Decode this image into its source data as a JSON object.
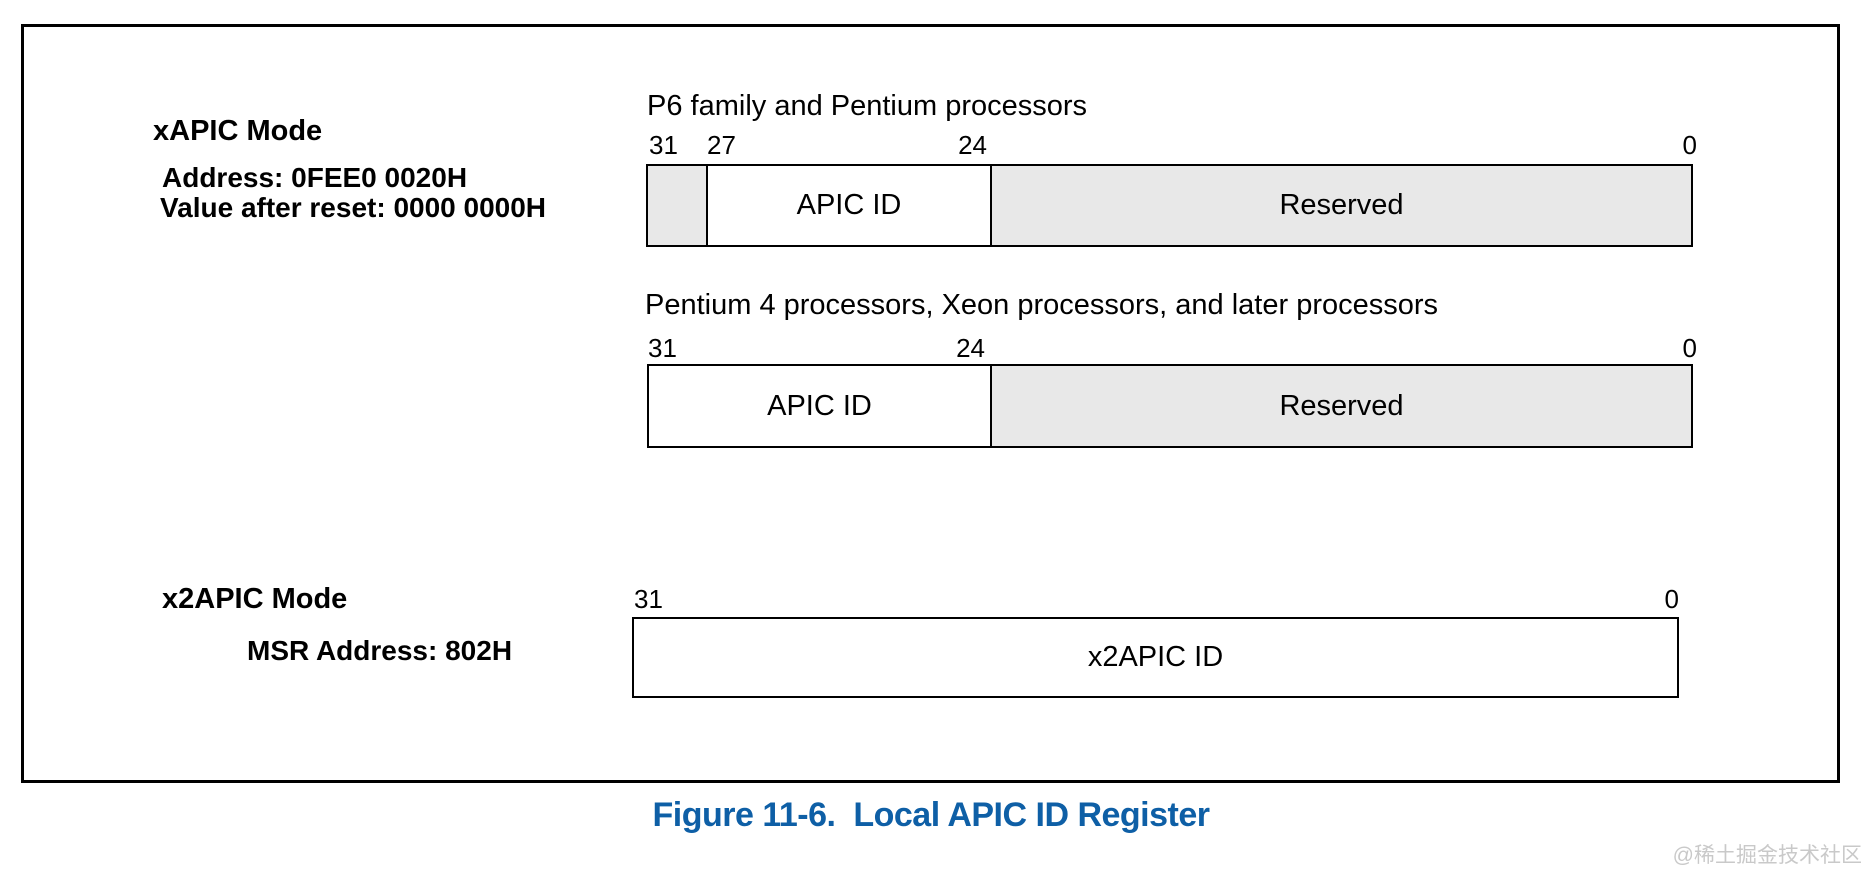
{
  "figure": {
    "caption": "Figure 11-6.  Local APIC ID Register",
    "watermark": "@稀土掘金技术社区",
    "colors": {
      "caption_blue": "#0e5fa6",
      "reserved_fill_gray": "#e8e8e8",
      "line_black": "#000000",
      "watermark_gray": "#c9c9c9"
    }
  },
  "xapic": {
    "mode_label": "xAPIC Mode",
    "address": "Address: 0FEE0 0020H",
    "reset_value": "Value after reset: 0000 0000H"
  },
  "register_p6": {
    "title": "P6 family and Pentium processors",
    "bits": [
      "31",
      "27",
      "24",
      "0"
    ],
    "fields": [
      {
        "label": "",
        "shaded": true,
        "bit_range": "31:28"
      },
      {
        "label": "APIC ID",
        "shaded": false,
        "bit_range": "27:24"
      },
      {
        "label": "Reserved",
        "shaded": true,
        "bit_range": "23:0"
      }
    ]
  },
  "register_p4": {
    "title": "Pentium 4 processors, Xeon processors, and later processors",
    "bits": [
      "31",
      "24",
      "0"
    ],
    "fields": [
      {
        "label": "APIC ID",
        "shaded": false,
        "bit_range": "31:24"
      },
      {
        "label": "Reserved",
        "shaded": true,
        "bit_range": "23:0"
      }
    ]
  },
  "x2apic": {
    "mode_label": "x2APIC Mode",
    "msr_address": "MSR Address: 802H",
    "bits": [
      "31",
      "0"
    ],
    "fields": [
      {
        "label": "x2APIC ID",
        "shaded": false,
        "bit_range": "31:0"
      }
    ]
  }
}
